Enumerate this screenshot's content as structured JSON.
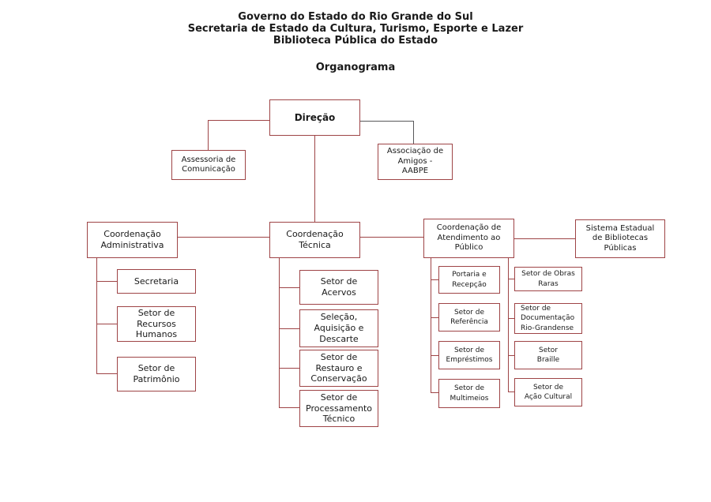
{
  "header": {
    "title_line1": "Governo do Estado do Rio Grande do Sul",
    "title_line2": "Secretaria de Estado da Cultura, Turismo, Esporte e Lazer",
    "title_line3": "Biblioteca Pública do Estado",
    "subtitle": "Organograma"
  },
  "colors": {
    "box_border": "#9e4446",
    "connector": "#9e4446",
    "connector_alt": "#58585a",
    "text": "#1a1a1a",
    "background": "#ffffff"
  },
  "nodes": {
    "direcao": {
      "label": "Direção"
    },
    "assessoria": {
      "label": "Assessoria de\nComunicação"
    },
    "aabpe": {
      "label": "Associação de\nAmigos -\nAABPE"
    },
    "coord_adm": {
      "label": "Coordenação\nAdministrativa"
    },
    "coord_tec": {
      "label": "Coordenação\nTécnica"
    },
    "coord_atend": {
      "label": "Coordenação de\nAtendimento ao\nPúblico"
    },
    "sistema": {
      "label": "Sistema Estadual\nde Bibliotecas\nPúblicas"
    },
    "secretaria": {
      "label": "Secretaria"
    },
    "recursos": {
      "label": "Setor de\nRecursos\nHumanos"
    },
    "patrimonio": {
      "label": "Setor de\nPatrimônio"
    },
    "acervos": {
      "label": "Setor de\nAcervos"
    },
    "selecao": {
      "label": "Seleção,\nAquisição e\nDescarte"
    },
    "restauro": {
      "label": "Setor de\nRestauro e\nConservação"
    },
    "processamento": {
      "label": "Setor de\nProcessamento\nTécnico"
    },
    "portaria": {
      "label": "Portaria e\nRecepção"
    },
    "referencia": {
      "label": "Setor de\nReferência"
    },
    "emprestimos": {
      "label": "Setor de\nEmpréstimos"
    },
    "multimeios": {
      "label": "Setor de\nMultimeios"
    },
    "obras": {
      "label": "Setor de Obras\nRaras"
    },
    "documentacao": {
      "label": "Setor de\nDocumentação\nRio-Grandense"
    },
    "braille": {
      "label": "Setor\nBraille"
    },
    "acao": {
      "label": "Setor de\nAção Cultural"
    }
  },
  "hierarchy": {
    "root": "Direção",
    "staff": [
      "Assessoria de Comunicação",
      "Associação de Amigos - AABPE"
    ],
    "level2": [
      {
        "name": "Coordenação Administrativa",
        "children": [
          "Secretaria",
          "Setor de Recursos Humanos",
          "Setor de Patrimônio"
        ]
      },
      {
        "name": "Coordenação Técnica",
        "children": [
          "Setor de Acervos",
          "Seleção, Aquisição e Descarte",
          "Setor de Restauro e Conservação",
          "Setor de Processamento Técnico"
        ]
      },
      {
        "name": "Coordenação de Atendimento ao Público",
        "children": [
          "Portaria e Recepção",
          "Setor de Referência",
          "Setor de Empréstimos",
          "Setor de Multimeios",
          "Setor de Obras Raras",
          "Setor de Documentação Rio-Grandense",
          "Setor Braille",
          "Setor de Ação Cultural"
        ]
      },
      {
        "name": "Sistema Estadual de Bibliotecas Públicas",
        "children": []
      }
    ]
  }
}
